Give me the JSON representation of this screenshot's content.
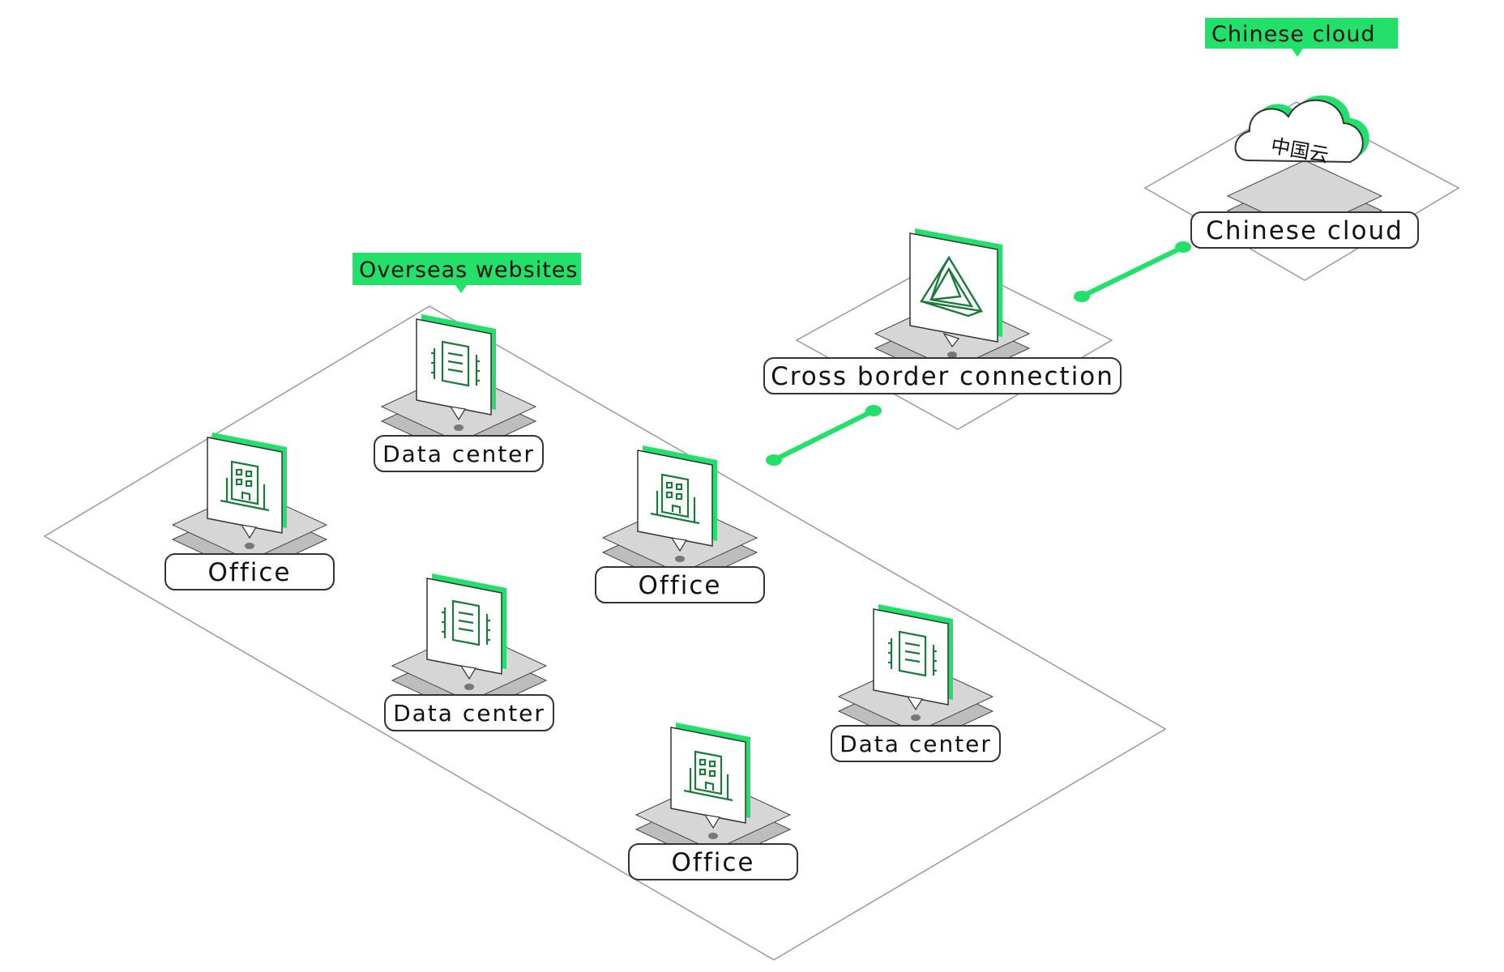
{
  "colors": {
    "accent": "#22e06a",
    "accent_dark": "#15a84e",
    "icon_stroke": "#1b7a3a",
    "tile_gray": "#cfcfcf",
    "outline": "#333333"
  },
  "callouts": {
    "overseas": "Overseas websites",
    "chinese_cloud": "Chinese cloud"
  },
  "nodes": {
    "data_center_top": {
      "label": "Data center",
      "icon": "server-building-icon"
    },
    "office_left": {
      "label": "Office",
      "icon": "office-building-icon"
    },
    "office_middle": {
      "label": "Office",
      "icon": "office-building-icon"
    },
    "data_center_middle": {
      "label": "Data center",
      "icon": "server-building-icon"
    },
    "data_center_right": {
      "label": "Data center",
      "icon": "server-building-icon"
    },
    "office_bottom": {
      "label": "Office",
      "icon": "office-building-icon"
    },
    "cross_border": {
      "label": "Cross border connection",
      "icon": "triangle-logo-icon"
    },
    "chinese_cloud": {
      "label": "Chinese cloud",
      "icon": "cloud-icon",
      "cloud_text": "中国云"
    }
  }
}
